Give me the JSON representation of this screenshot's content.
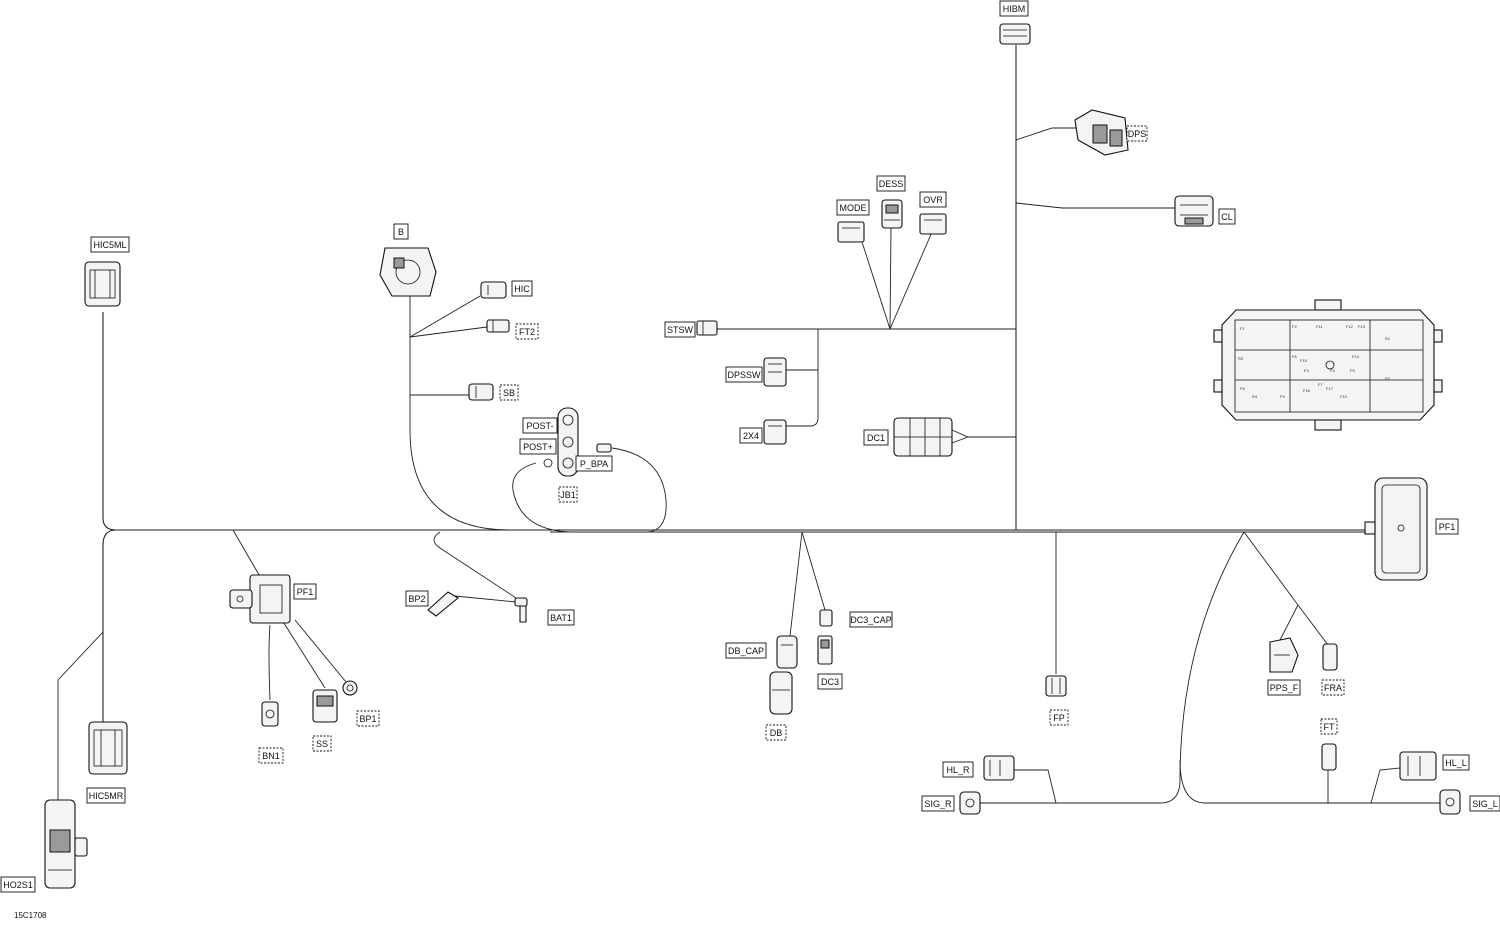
{
  "figure_id": "15C1708",
  "connectors": [
    {
      "id": "hibm",
      "label": "HIBM",
      "style": "solid"
    },
    {
      "id": "dps",
      "label": "DPS",
      "style": "dashed"
    },
    {
      "id": "cl",
      "label": "CL",
      "style": "solid"
    },
    {
      "id": "dess",
      "label": "DESS",
      "style": "solid"
    },
    {
      "id": "mode",
      "label": "MODE",
      "style": "solid"
    },
    {
      "id": "ovr",
      "label": "OVR",
      "style": "solid"
    },
    {
      "id": "hic5ml",
      "label": "HIC5ML",
      "style": "solid"
    },
    {
      "id": "b",
      "label": "B",
      "style": "solid"
    },
    {
      "id": "hic",
      "label": "HIC",
      "style": "solid"
    },
    {
      "id": "ft2",
      "label": "FT2",
      "style": "dashed"
    },
    {
      "id": "stsw",
      "label": "STSW",
      "style": "solid"
    },
    {
      "id": "dpssw",
      "label": "DPSSW",
      "style": "solid"
    },
    {
      "id": "sb",
      "label": "SB",
      "style": "dashed"
    },
    {
      "id": "post-minus",
      "label": "POST-",
      "style": "solid"
    },
    {
      "id": "post-plus",
      "label": "POST+",
      "style": "solid"
    },
    {
      "id": "p-bpa",
      "label": "P_BPA",
      "style": "solid"
    },
    {
      "id": "jb1",
      "label": "JB1",
      "style": "dashed"
    },
    {
      "id": "2x4",
      "label": "2X4",
      "style": "solid"
    },
    {
      "id": "dc1",
      "label": "DC1",
      "style": "solid"
    },
    {
      "id": "pf1-right",
      "label": "PF1",
      "style": "solid"
    },
    {
      "id": "pf1-left",
      "label": "PF1",
      "style": "solid"
    },
    {
      "id": "bp2",
      "label": "BP2",
      "style": "solid"
    },
    {
      "id": "bat1",
      "label": "BAT1",
      "style": "solid"
    },
    {
      "id": "dc3-cap",
      "label": "DC3_CAP",
      "style": "solid"
    },
    {
      "id": "db-cap",
      "label": "DB_CAP",
      "style": "solid"
    },
    {
      "id": "dc3",
      "label": "DC3",
      "style": "solid"
    },
    {
      "id": "db",
      "label": "DB",
      "style": "dashed"
    },
    {
      "id": "fp",
      "label": "FP",
      "style": "dashed"
    },
    {
      "id": "pps-f",
      "label": "PPS_F",
      "style": "solid"
    },
    {
      "id": "fra",
      "label": "FRA",
      "style": "dashed"
    },
    {
      "id": "ft",
      "label": "FT",
      "style": "dashed"
    },
    {
      "id": "hl-r",
      "label": "HL_R",
      "style": "solid"
    },
    {
      "id": "sig-r",
      "label": "SIG_R",
      "style": "solid"
    },
    {
      "id": "hl-l",
      "label": "HL_L",
      "style": "solid"
    },
    {
      "id": "sig-l",
      "label": "SIG_L",
      "style": "solid"
    },
    {
      "id": "bp1",
      "label": "BP1",
      "style": "dashed"
    },
    {
      "id": "ss",
      "label": "SS",
      "style": "dashed"
    },
    {
      "id": "bn1",
      "label": "BN1",
      "style": "dashed"
    },
    {
      "id": "hic5mr",
      "label": "HIC5MR",
      "style": "solid"
    },
    {
      "id": "ho2s1",
      "label": "HO2S1",
      "style": "solid"
    }
  ],
  "fuse_box": {
    "cells": [
      "F1",
      "F8",
      "F2",
      "F6",
      "F11",
      "F12",
      "F13",
      "F14",
      "F15",
      "F16",
      "F17",
      "R1",
      "R2",
      "R3",
      "R4",
      "F3",
      "F4",
      "F5",
      "F7",
      "F9",
      "F10"
    ]
  }
}
